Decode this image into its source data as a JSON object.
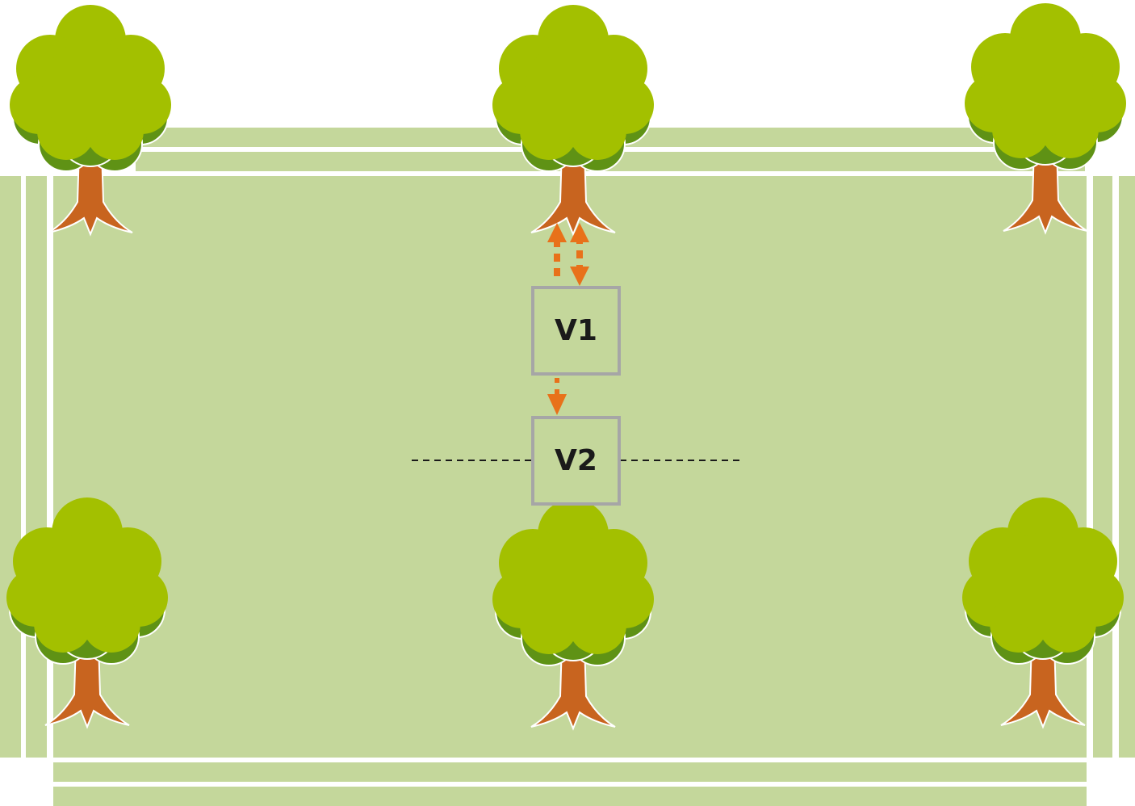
{
  "diagram": {
    "colors": {
      "field": "#c4d79b",
      "tree_canopy": "#a3c000",
      "tree_canopy_shadow": "#5f9215",
      "tree_trunk": "#c8641f",
      "arrow": "#e8711a",
      "box_border": "#a6a6a6",
      "guide_line": "#1a1a1a"
    },
    "nodes": [
      {
        "id": "v1",
        "label": "V1"
      },
      {
        "id": "v2",
        "label": "V2"
      }
    ],
    "trees": [
      {
        "name": "tree-top-left-icon"
      },
      {
        "name": "tree-top-center-icon"
      },
      {
        "name": "tree-top-right-icon"
      },
      {
        "name": "tree-bottom-left-icon"
      },
      {
        "name": "tree-bottom-center-icon"
      },
      {
        "name": "tree-bottom-right-icon"
      }
    ],
    "edges": [
      {
        "from": "v1",
        "to": "tree-top-center-icon",
        "style": "dashed"
      },
      {
        "from": "tree-top-center-icon",
        "to": "v1",
        "style": "dashed"
      },
      {
        "from": "v1",
        "to": "v2",
        "style": "dashed"
      }
    ]
  }
}
